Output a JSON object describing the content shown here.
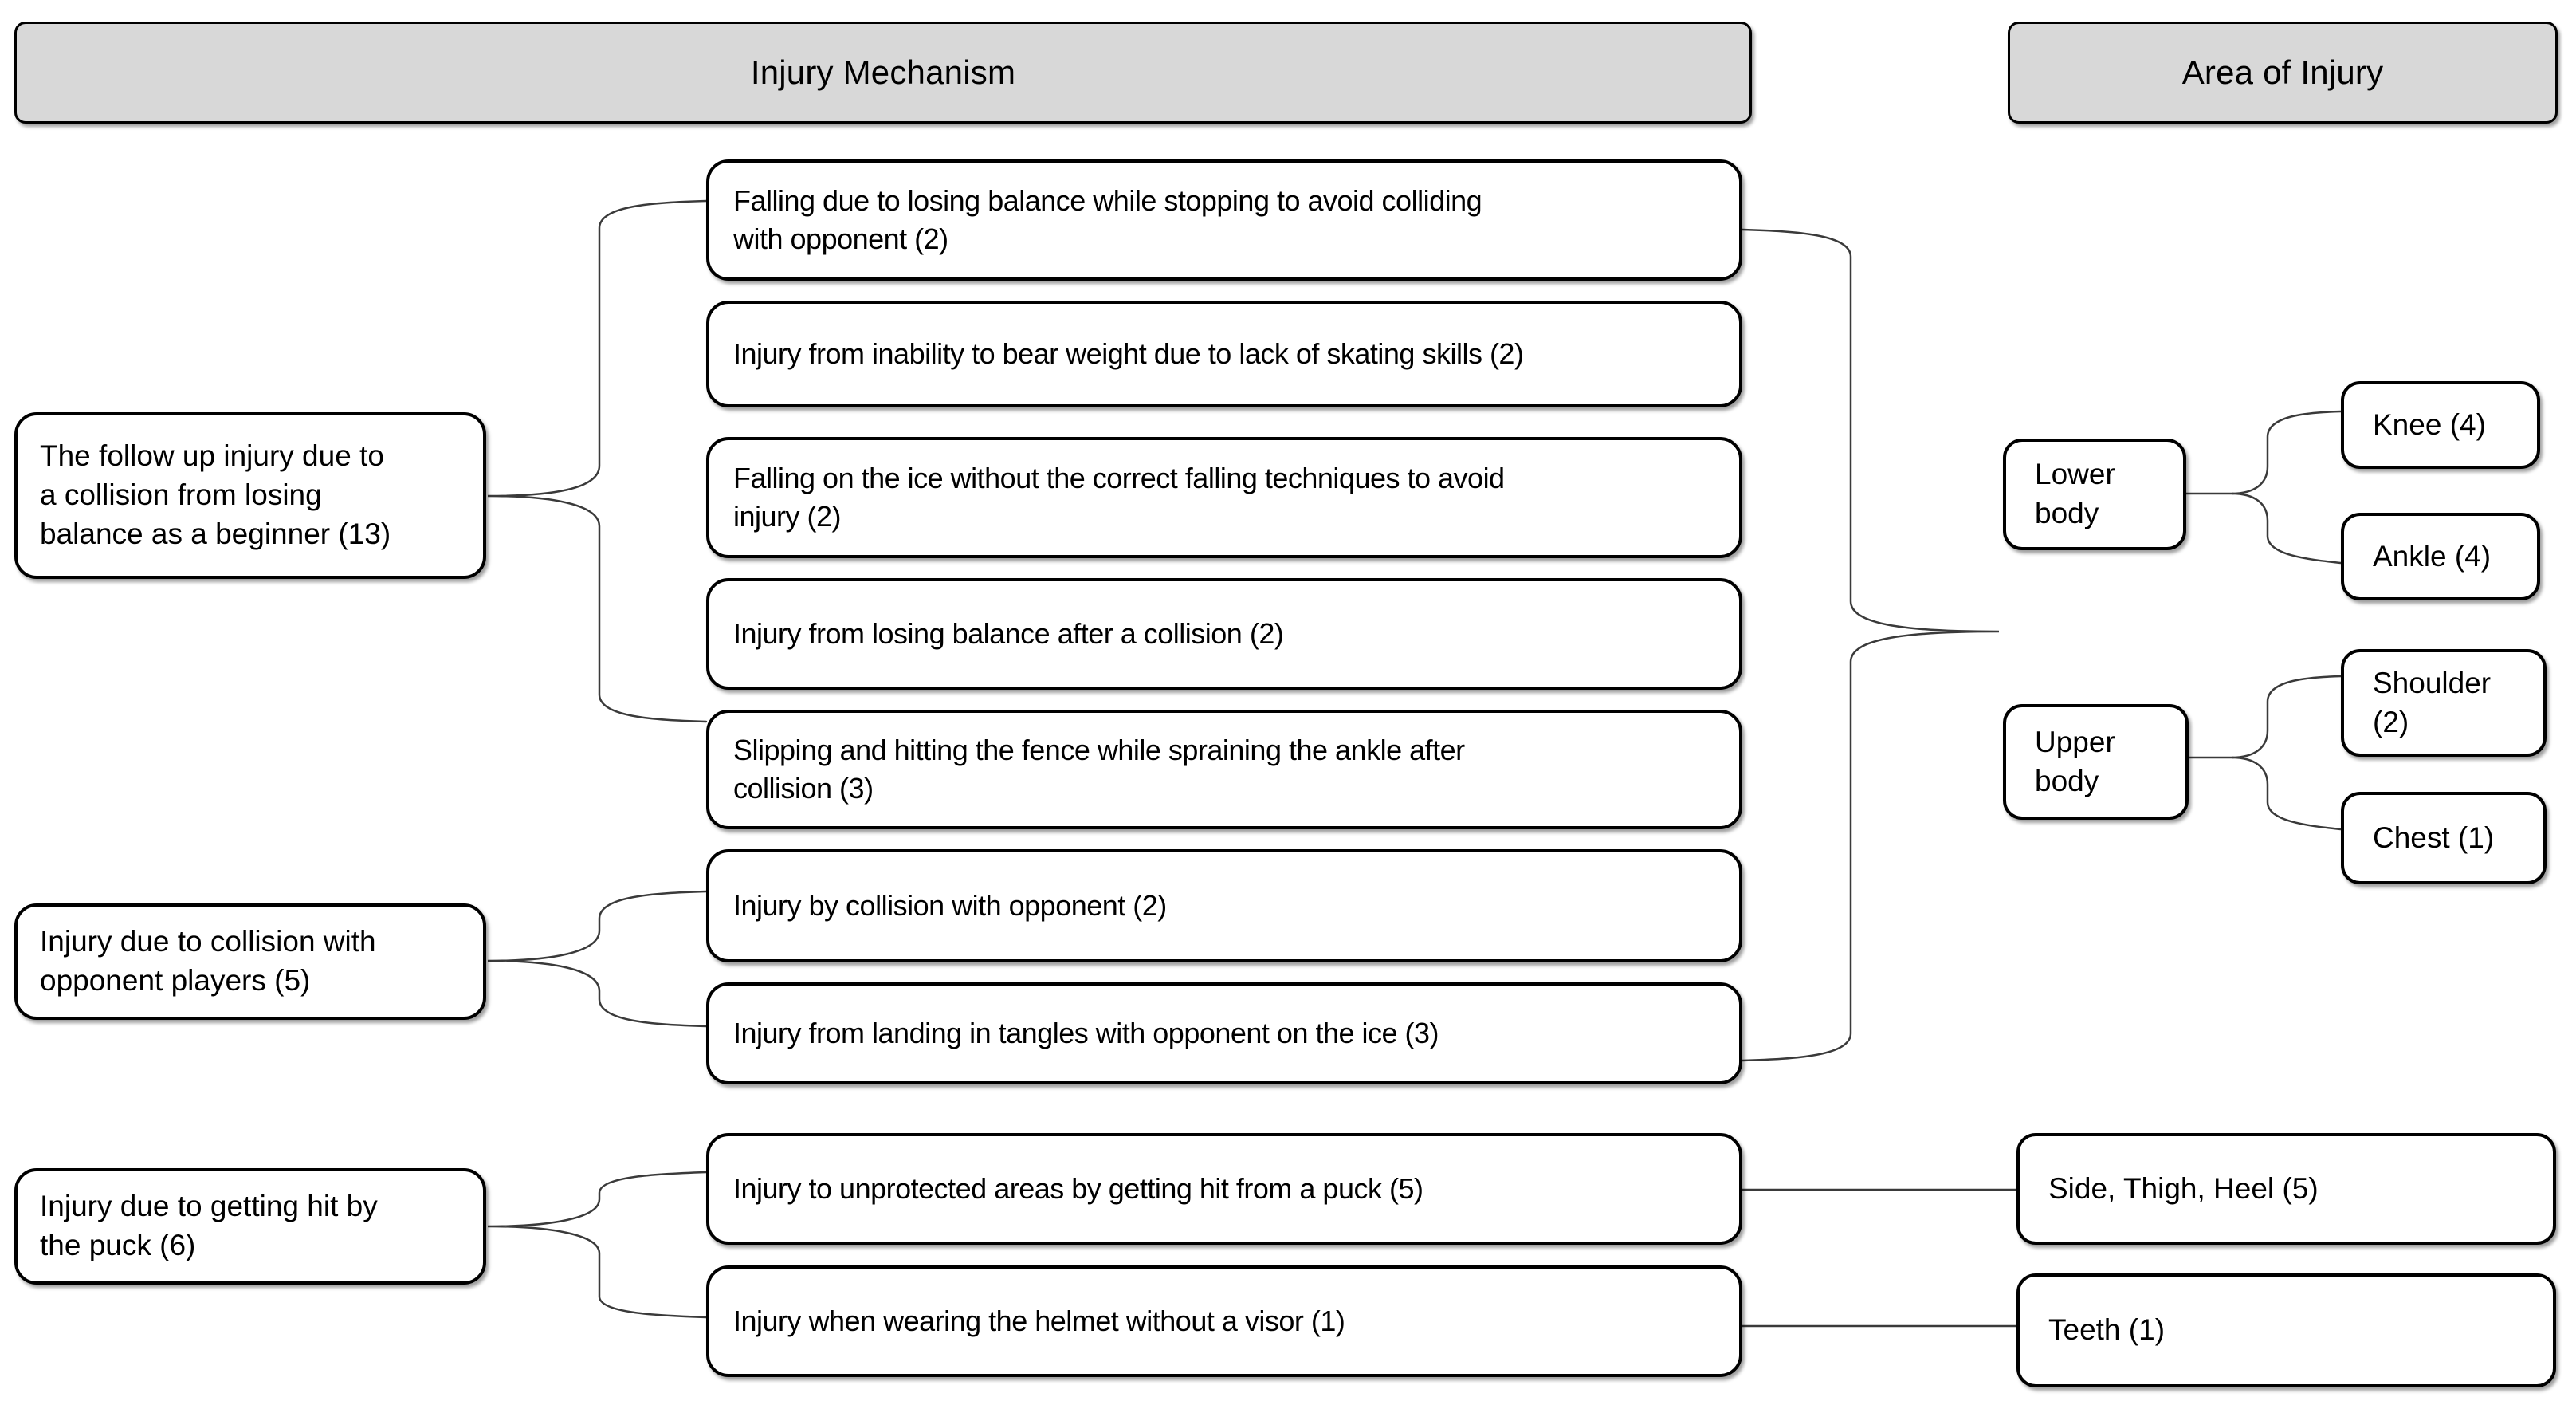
{
  "headers": {
    "mechanism": "Injury Mechanism",
    "area": "Area of Injury"
  },
  "categories": {
    "c1": "The follow up injury due to\na collision from losing\nbalance as a beginner (13)",
    "c2": "Injury due to collision with\nopponent players (5)",
    "c3": "Injury due to getting hit by\nthe puck (6)"
  },
  "mechanisms": {
    "m1": "Falling due to losing balance while stopping to avoid colliding\nwith opponent (2)",
    "m2": "Injury from inability to bear weight due to lack of skating skills (2)",
    "m3": "Falling on the ice without the correct falling techniques to avoid\ninjury (2)",
    "m4": "Injury from losing balance after a collision (2)",
    "m5": "Slipping and hitting the fence while spraining the ankle after\ncollision (3)",
    "m6": "Injury by collision with opponent (2)",
    "m7": "Injury from landing in tangles with opponent on the ice (3)",
    "m8": "Injury to unprotected areas by getting hit from a puck (5)",
    "m9": "Injury when wearing the helmet without a visor (1)"
  },
  "areas": {
    "lower": "Lower\nbody",
    "knee": "Knee (4)",
    "ankle": "Ankle (4)",
    "upper": "Upper\nbody",
    "shoulder": "Shoulder\n(2)",
    "chest": "Chest (1)",
    "side": "Side, Thigh, Heel (5)",
    "teeth": "Teeth (1)"
  },
  "colors": {
    "header_fill": "#d8d8d8",
    "box_fill": "#ffffff",
    "border": "#000000",
    "connector": "#3a3a3a",
    "text": "#000000"
  }
}
